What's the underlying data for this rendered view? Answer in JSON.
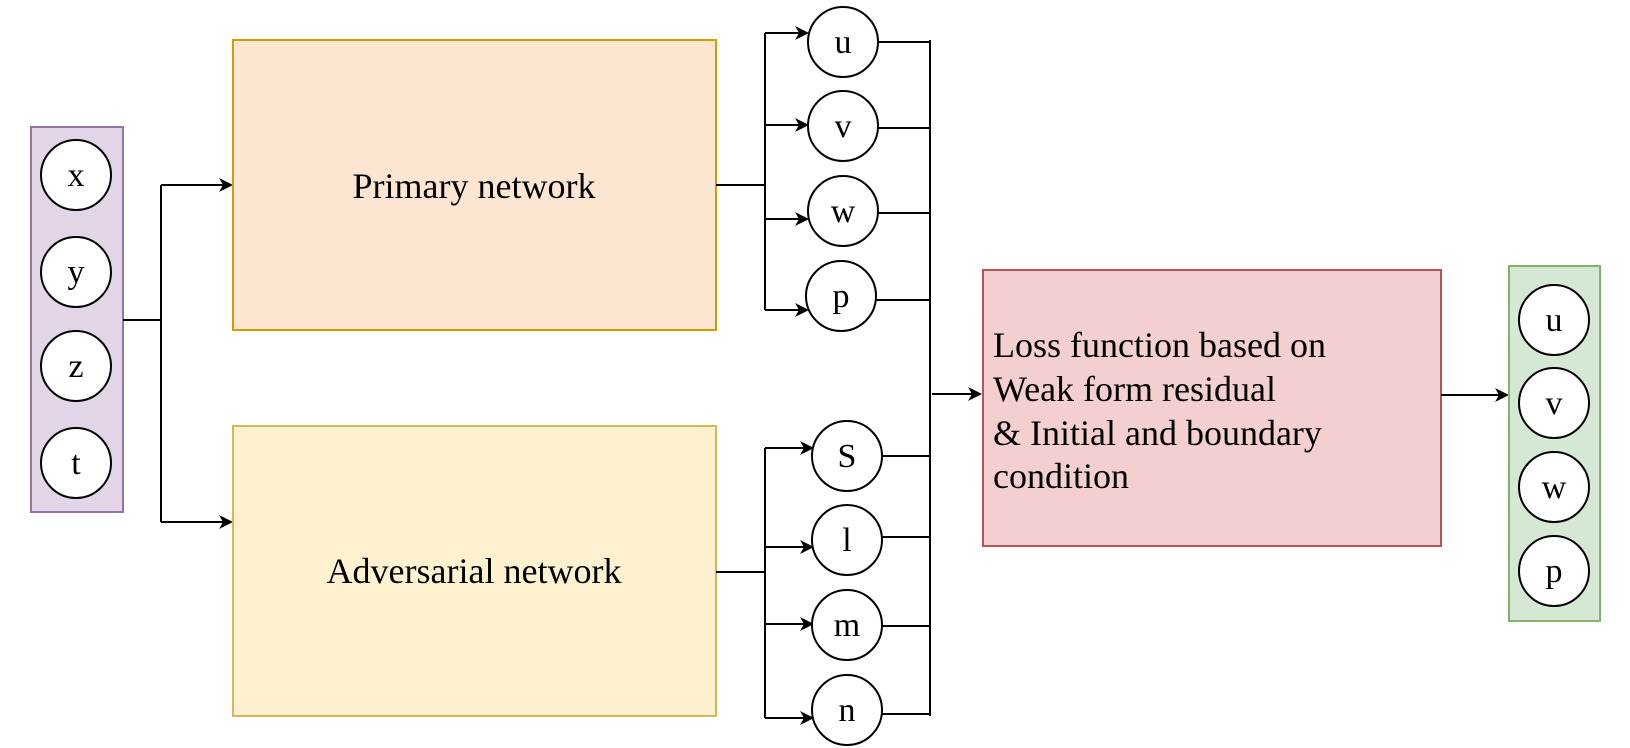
{
  "diagram": {
    "inputs": [
      "x",
      "y",
      "z",
      "t"
    ],
    "primary_network": {
      "label": "Primary network",
      "outputs": [
        "u",
        "v",
        "w",
        "p"
      ]
    },
    "adversarial_network": {
      "label": "Adversarial network",
      "outputs": [
        "S",
        "l",
        "m",
        "n"
      ]
    },
    "loss_box": {
      "lines": [
        "Loss function based on",
        "Weak form residual",
        "& Initial and boundary",
        "condition"
      ]
    },
    "final_outputs": [
      "u",
      "v",
      "w",
      "p"
    ],
    "colors": {
      "input_fill": "#e1d5e7",
      "input_stroke": "#9673a6",
      "primary_fill": "#fce6d2",
      "primary_stroke": "#d79b00",
      "adversarial_fill": "#fdf1cf",
      "adversarial_stroke": "#d6b656",
      "loss_fill": "#f3cfcf",
      "loss_stroke": "#b85450",
      "output_fill": "#d5e8d4",
      "output_stroke": "#82b366"
    }
  }
}
